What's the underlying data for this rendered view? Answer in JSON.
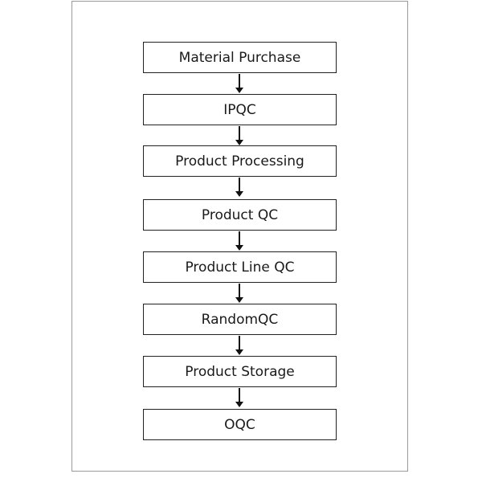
{
  "flowchart": {
    "steps": [
      "Material Purchase",
      "IPQC",
      "Product Processing",
      "Product QC",
      "Product Line QC",
      "RandomQC",
      "Product Storage",
      "OQC"
    ]
  },
  "colors": {
    "box_border": "#222222",
    "arrow": "#111111",
    "page_border": "#9a9a9a"
  }
}
